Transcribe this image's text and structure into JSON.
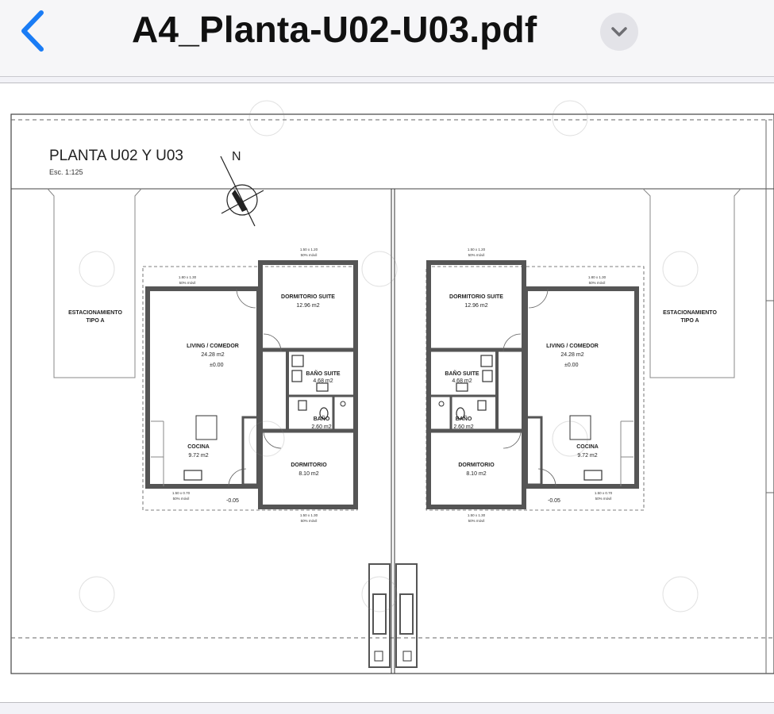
{
  "header": {
    "back_icon": "chevron-left-icon",
    "file_name": "A4_Planta-U02-U03.pdf",
    "menu_icon": "chevron-down-icon"
  },
  "plan": {
    "title": "PLANTA U02 Y U03",
    "scale": "Esc. 1:125",
    "north": "N",
    "parking_line1": "ESTACIONAMIENTO",
    "parking_line2": "TIPO A",
    "rooms": {
      "living": "LIVING / COMEDOR",
      "living_area": "24.28 m2",
      "living_level": "±0.00",
      "suite": "DORMITORIO SUITE",
      "suite_area": "12.96 m2",
      "bano_suite": "BAÑO SUITE",
      "bano_suite_area": "4.68 m2",
      "bano": "BAÑO",
      "bano_area": "2.60 m2",
      "dormitorio": "DORMITORIO",
      "dormitorio_area": "8.10 m2",
      "cocina": "COCINA",
      "cocina_area": "9.72 m2",
      "ext_level": "-0.05"
    },
    "windows": {
      "w1": "1.80 x 1.30",
      "w2": "1.50 x 1.30",
      "w3": "1.50 x 0.70",
      "w4": "1.50 x 1.20",
      "sill": "50% móvil"
    }
  }
}
